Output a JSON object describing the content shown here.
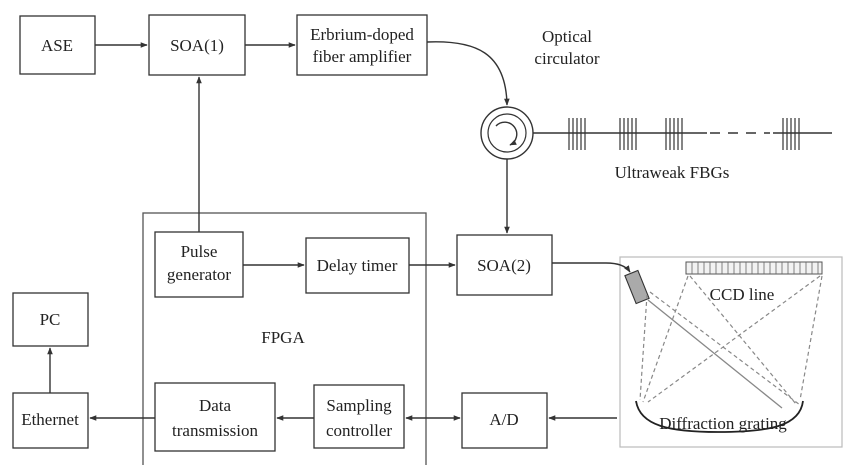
{
  "blocks": {
    "ase": "ASE",
    "soa1": "SOA(1)",
    "edfa_line1": "Erbrium-doped",
    "edfa_line2": "fiber amplifier",
    "circulator_line1": "Optical",
    "circulator_line2": "circulator",
    "fbgs": "Ultraweak FBGs",
    "pulse_line1": "Pulse",
    "pulse_line2": "generator",
    "delay": "Delay timer",
    "soa2": "SOA(2)",
    "ccd": "CCD line",
    "pc": "PC",
    "fpga": "FPGA",
    "ethernet": "Ethernet",
    "data_line1": "Data",
    "data_line2": "transmission",
    "sampling_line1": "Sampling",
    "sampling_line2": "controller",
    "ad": "A/D",
    "grating": "Diffraction grating"
  }
}
